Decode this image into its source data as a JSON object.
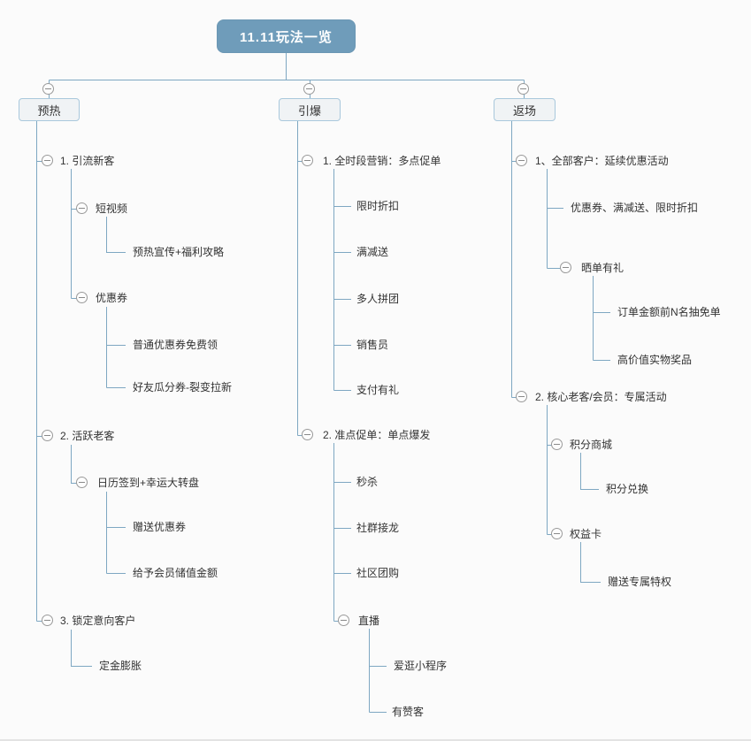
{
  "colors": {
    "canvas_background": "#fbfbfb",
    "root_fill": "#6f9cba",
    "root_text": "#ffffff",
    "branch_box_fill": "#f0f3f5",
    "branch_box_border": "#a9c8dc",
    "connector_line": "#7ea7c2",
    "node_text": "#333333",
    "collapse_icon_border": "#9a9a9a"
  },
  "icons": {
    "collapse": "minus-circle"
  },
  "diagram": {
    "root": {
      "label": "11.11玩法一览"
    },
    "branches": [
      {
        "label": "预热",
        "children": [
          {
            "label": "1. 引流新客",
            "children": [
              {
                "label": "短视频",
                "children": [
                  {
                    "label": "预热宣传+福利攻略"
                  }
                ]
              },
              {
                "label": "优惠券",
                "children": [
                  {
                    "label": "普通优惠券免费领"
                  },
                  {
                    "label": "好友瓜分券-裂变拉新"
                  }
                ]
              }
            ]
          },
          {
            "label": "2. 活跃老客",
            "children": [
              {
                "label": "日历签到+幸运大转盘",
                "children": [
                  {
                    "label": "赠送优惠券"
                  },
                  {
                    "label": "给予会员储值金额"
                  }
                ]
              }
            ]
          },
          {
            "label": "3. 锁定意向客户",
            "children": [
              {
                "label": "定金膨胀"
              }
            ]
          }
        ]
      },
      {
        "label": "引爆",
        "children": [
          {
            "label": "1. 全时段营销：多点促单",
            "children": [
              {
                "label": "限时折扣"
              },
              {
                "label": "满减送"
              },
              {
                "label": "多人拼团"
              },
              {
                "label": "销售员"
              },
              {
                "label": "支付有礼"
              }
            ]
          },
          {
            "label": "2. 准点促单：单点爆发",
            "children": [
              {
                "label": "秒杀"
              },
              {
                "label": "社群接龙"
              },
              {
                "label": "社区团购"
              },
              {
                "label": "直播",
                "children": [
                  {
                    "label": "爱逛小程序"
                  },
                  {
                    "label": "有赞客"
                  }
                ]
              }
            ]
          }
        ]
      },
      {
        "label": "返场",
        "children": [
          {
            "label": "1、全部客户：延续优惠活动",
            "children": [
              {
                "label": "优惠券、满减送、限时折扣"
              },
              {
                "label": "晒单有礼",
                "children": [
                  {
                    "label": "订单金额前N名抽免单"
                  },
                  {
                    "label": "高价值实物奖品"
                  }
                ]
              }
            ]
          },
          {
            "label": "2. 核心老客/会员：专属活动",
            "children": [
              {
                "label": "积分商城",
                "children": [
                  {
                    "label": "积分兑换"
                  }
                ]
              },
              {
                "label": "权益卡",
                "children": [
                  {
                    "label": "赠送专属特权"
                  }
                ]
              }
            ]
          }
        ]
      }
    ]
  }
}
